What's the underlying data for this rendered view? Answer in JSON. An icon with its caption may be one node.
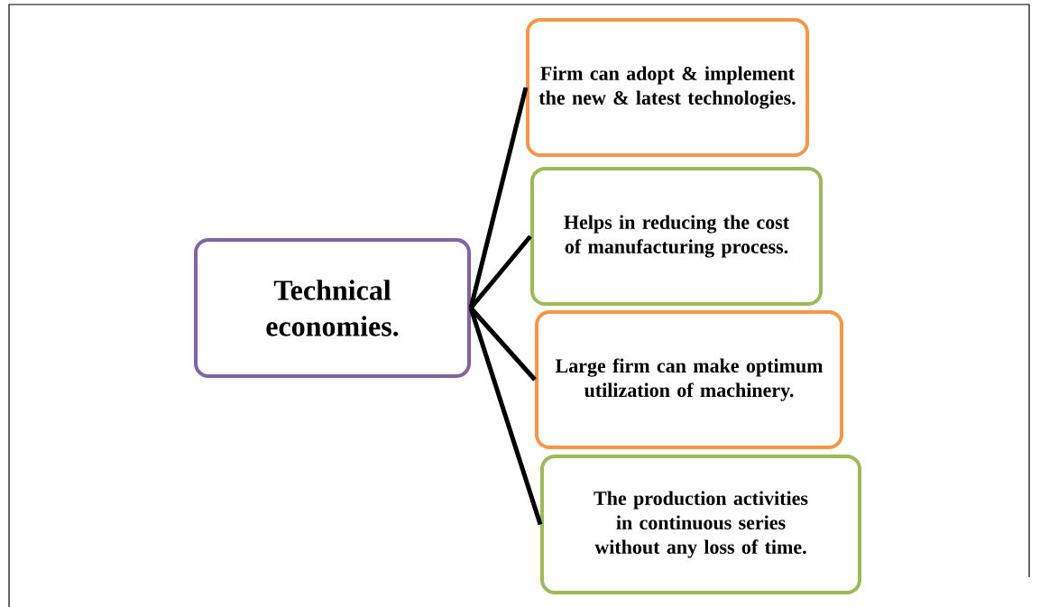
{
  "diagram": {
    "nodes": [
      {
        "text": [
          "Technical economies."
        ]
      },
      {
        "text": [
          "Firm can adopt & implement the new & latest technologies."
        ]
      },
      {
        "text": [
          "Helps in reducing the cost of manufacturing process."
        ]
      },
      {
        "text": [
          "Large firm can make optimum utilization of machinery."
        ]
      },
      {
        "text": [
          "The production activities in continuous series without any loss of time."
        ]
      }
    ],
    "edges": [
      {
        "from": 0,
        "to": 1,
        "arrow": "none"
      },
      {
        "from": 0,
        "to": 2,
        "arrow": "none"
      },
      {
        "from": 0,
        "to": 3,
        "arrow": "none"
      },
      {
        "from": 0,
        "to": 4,
        "arrow": "none"
      }
    ]
  }
}
